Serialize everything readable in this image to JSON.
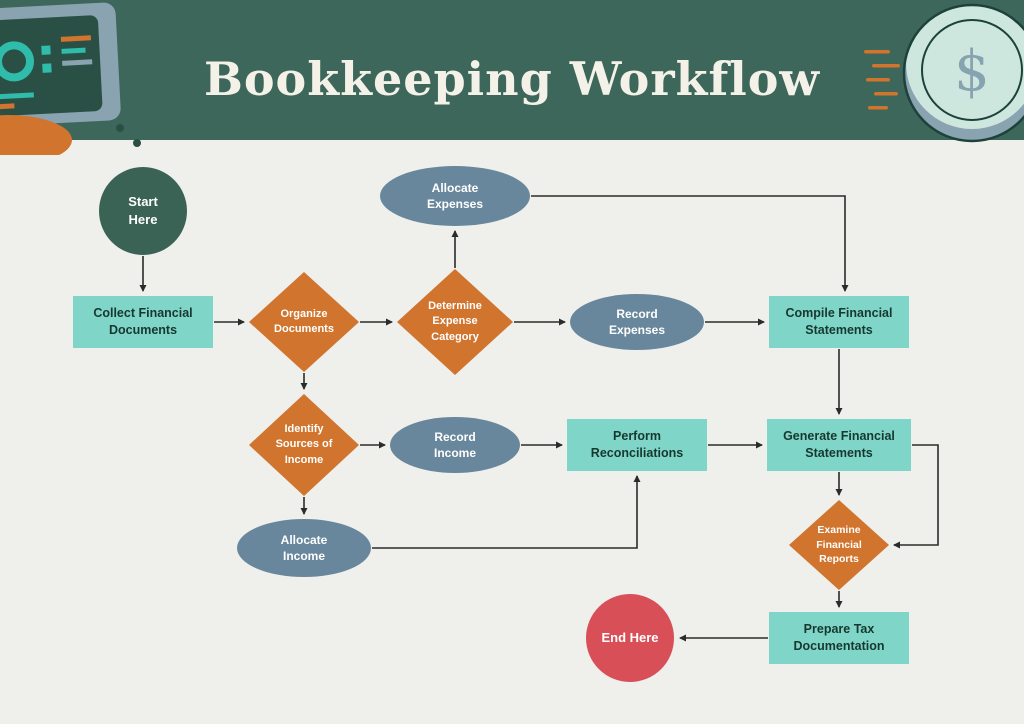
{
  "title": "Bookkeeping Workflow",
  "palette": {
    "header_bg": "#3e675b",
    "canvas_bg": "#efefec",
    "process_rect_fill": "#7fd5c7",
    "process_rect_text": "#17382f",
    "decision_diamond_fill": "#d0742e",
    "step_ellipse_fill": "#68879c",
    "start_circle_fill": "#3a6355",
    "end_circle_fill": "#d84f58",
    "connector_color": "#2b2b2b",
    "title_text": "#f4f2e8"
  },
  "nodes": {
    "start": "Start Here",
    "collect_documents": "Collect Financial Documents",
    "organize_documents": "Organize Documents",
    "determine_expense_category": "Determine Expense Category",
    "allocate_expenses": "Allocate Expenses",
    "record_expenses": "Record Expenses",
    "compile_statements": "Compile Financial Statements",
    "identify_income_sources": "Identify Sources of Income",
    "record_income": "Record Income",
    "perform_reconciliations": "Perform Reconciliations",
    "generate_statements": "Generate Financial Statements",
    "allocate_income": "Allocate Income",
    "examine_reports": "Examine Financial Reports",
    "prepare_tax_documentation": "Prepare Tax Documentation",
    "end": "End Here"
  },
  "edges": [
    {
      "from": "start",
      "to": "collect_documents"
    },
    {
      "from": "collect_documents",
      "to": "organize_documents"
    },
    {
      "from": "organize_documents",
      "to": "determine_expense_category"
    },
    {
      "from": "determine_expense_category",
      "to": "allocate_expenses"
    },
    {
      "from": "allocate_expenses",
      "to": "compile_statements"
    },
    {
      "from": "determine_expense_category",
      "to": "record_expenses"
    },
    {
      "from": "record_expenses",
      "to": "compile_statements"
    },
    {
      "from": "compile_statements",
      "to": "generate_statements"
    },
    {
      "from": "organize_documents",
      "to": "identify_income_sources"
    },
    {
      "from": "identify_income_sources",
      "to": "record_income"
    },
    {
      "from": "record_income",
      "to": "perform_reconciliations"
    },
    {
      "from": "perform_reconciliations",
      "to": "generate_statements"
    },
    {
      "from": "identify_income_sources",
      "to": "allocate_income"
    },
    {
      "from": "allocate_income",
      "to": "perform_reconciliations"
    },
    {
      "from": "generate_statements",
      "to": "examine_reports"
    },
    {
      "from": "generate_statements",
      "to": "examine_reports",
      "via": "right-elbow"
    },
    {
      "from": "examine_reports",
      "to": "prepare_tax_documentation"
    },
    {
      "from": "prepare_tax_documentation",
      "to": "end"
    }
  ],
  "decor": {
    "coin_symbol": "$"
  }
}
